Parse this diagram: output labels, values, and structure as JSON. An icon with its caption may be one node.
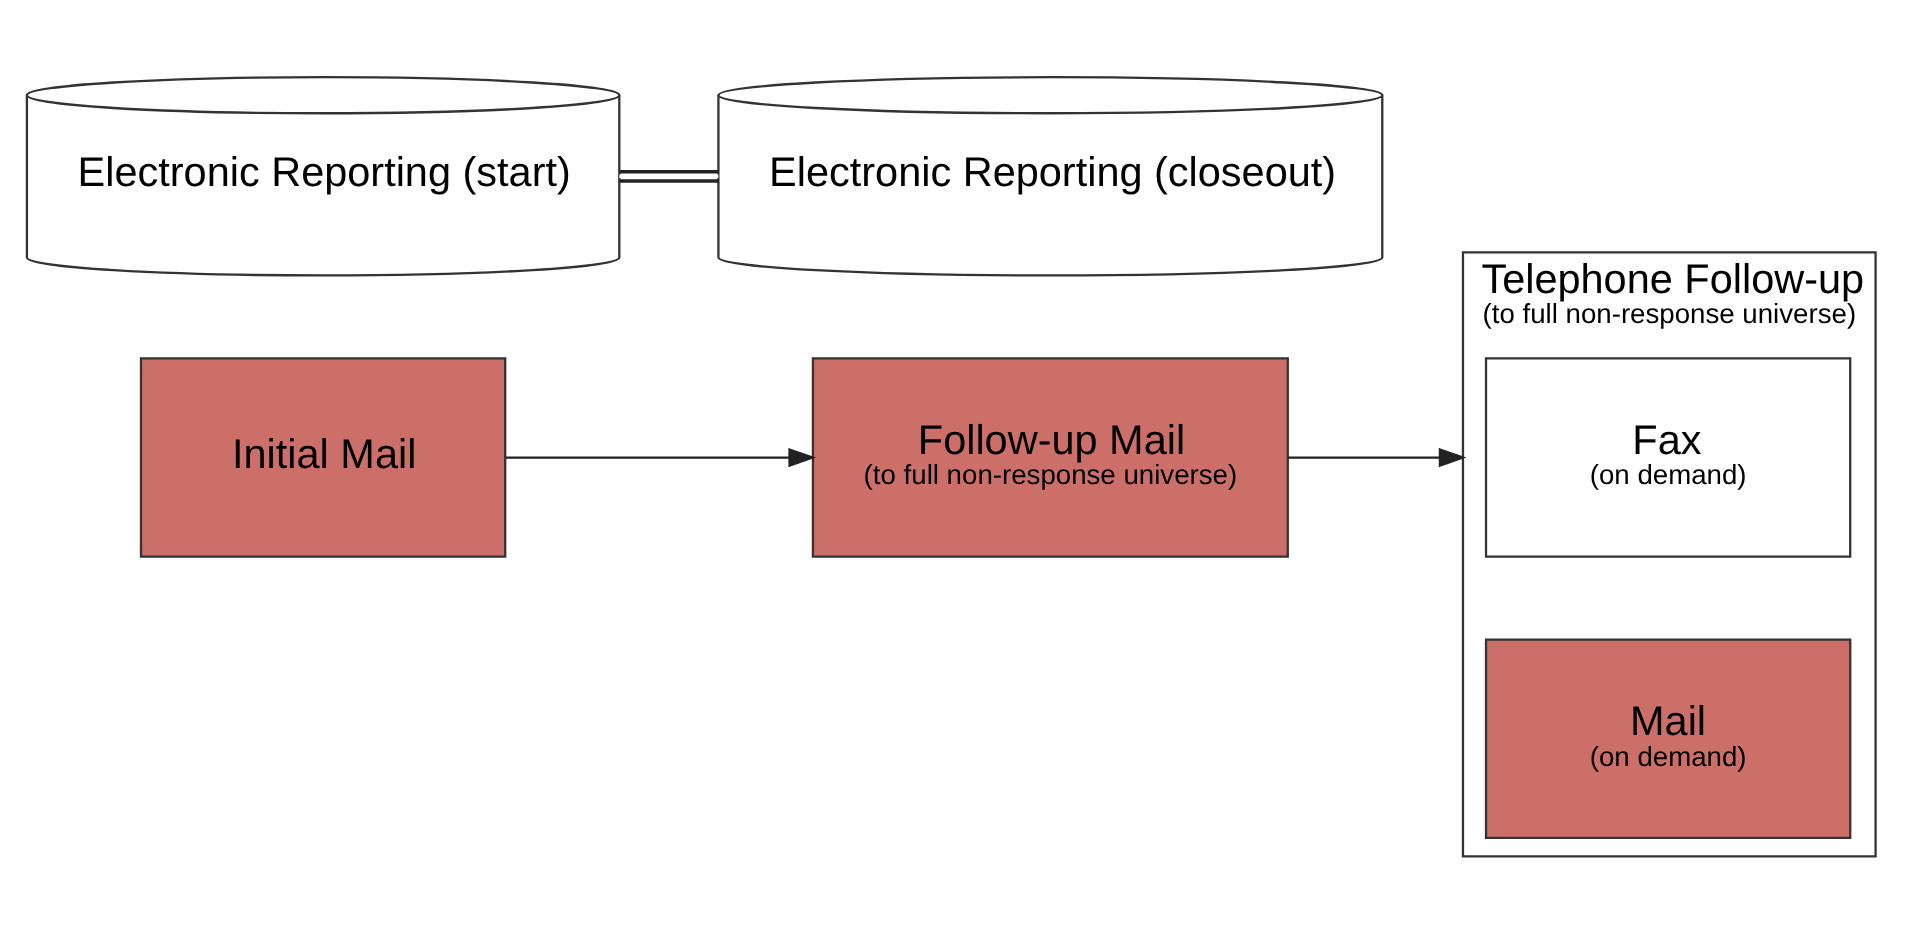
{
  "diagram": {
    "nodes": [
      {
        "text": [
          "Initial Mail"
        ]
      },
      {
        "text": [
          "Follow-up Mail",
          "(to full non-response universe)"
        ]
      },
      {
        "text": [
          "Telephone Follow-up",
          "(to full non-response universe)"
        ]
      },
      {
        "text": [
          "Fax",
          "(on demand)"
        ],
        "in": 2
      },
      {
        "text": [
          "Mail",
          "(on demand)"
        ],
        "in": 2
      },
      {
        "text": [
          "Electronic Reporting (start)"
        ]
      },
      {
        "text": [
          "Electronic Reporting (closeout)"
        ]
      }
    ],
    "edges": [
      {
        "from": 0,
        "to": 1,
        "arrow": "to"
      },
      {
        "from": 1,
        "to": 2,
        "arrow": "to"
      },
      {
        "from": 5,
        "to": 6,
        "arrow": "none"
      }
    ]
  }
}
